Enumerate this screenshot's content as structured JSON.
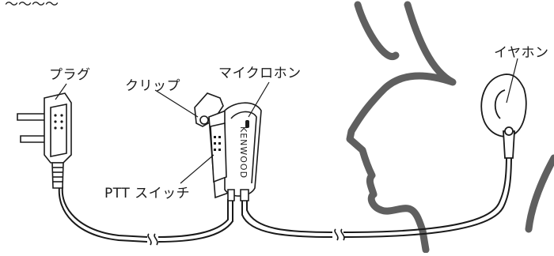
{
  "labels": {
    "plug": "プラグ",
    "clip": "クリップ",
    "microphone": "マイクロホン",
    "earphone": "イヤホン",
    "ptt_switch": "PTT スイッチ"
  },
  "device_brand": "KENWOOD",
  "colors": {
    "line": "#1a1a1a",
    "head_outline": "#5f5f5f",
    "device_fill": "#ffffff",
    "text": "#1a1a1a"
  }
}
